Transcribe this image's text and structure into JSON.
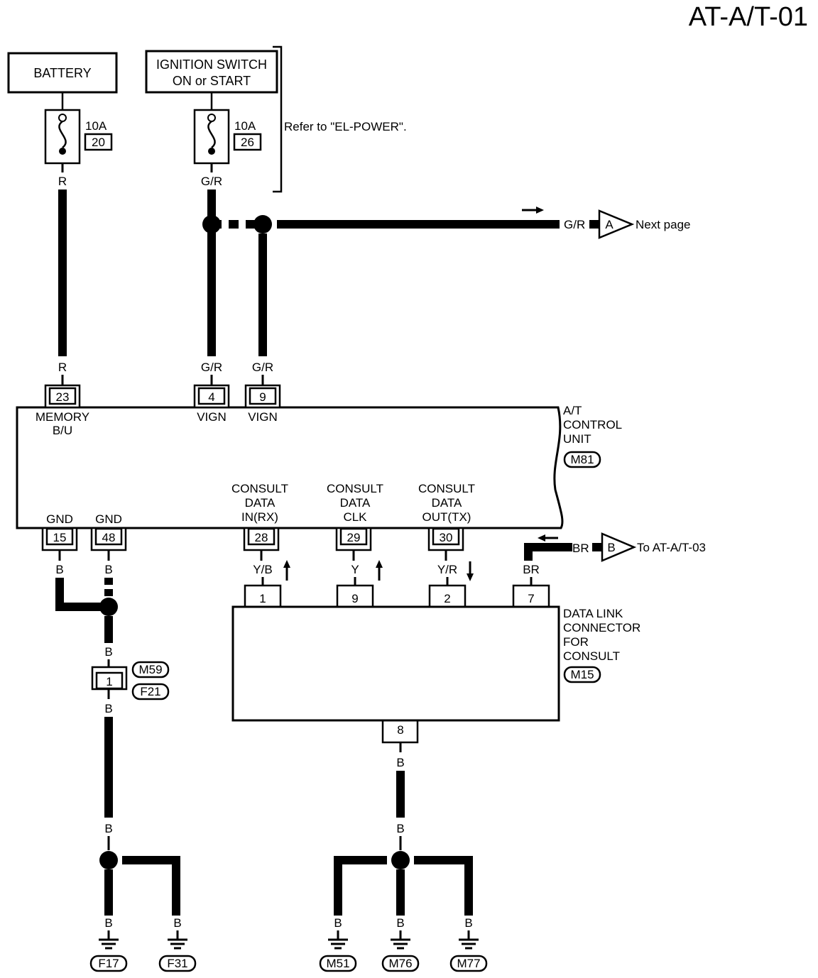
{
  "page_code": "AT-A/T-01",
  "sources": {
    "battery": "BATTERY",
    "ignition_line1": "IGNITION SWITCH",
    "ignition_line2": "ON or START",
    "refer_note": "Refer to \"EL-POWER\"."
  },
  "fuses": [
    {
      "amp": "10A",
      "num": "20"
    },
    {
      "amp": "10A",
      "num": "26"
    }
  ],
  "wire_colors": {
    "r": "R",
    "gr": "G/R",
    "b": "B",
    "br": "BR",
    "yb": "Y/B",
    "y": "Y",
    "yr": "Y/R"
  },
  "connectors_out": {
    "a": {
      "letter": "A",
      "text": "Next page"
    },
    "b": {
      "letter": "B",
      "text": "To AT-A/T-03"
    }
  },
  "control_unit": {
    "name_line1": "A/T",
    "name_line2": "CONTROL",
    "name_line3": "UNIT",
    "code": "M81",
    "top_pins": [
      {
        "num": "23",
        "label1": "MEMORY",
        "label2": "B/U"
      },
      {
        "num": "4",
        "label1": "VIGN"
      },
      {
        "num": "9",
        "label1": "VIGN"
      }
    ],
    "bottom_pins": [
      {
        "num": "15",
        "label1": "GND"
      },
      {
        "num": "48",
        "label1": "GND"
      },
      {
        "num": "28",
        "label1": "CONSULT",
        "label2": "DATA",
        "label3": "IN(RX)"
      },
      {
        "num": "29",
        "label1": "CONSULT",
        "label2": "DATA",
        "label3": "CLK"
      },
      {
        "num": "30",
        "label1": "CONSULT",
        "label2": "DATA",
        "label3": "OUT(TX)"
      }
    ]
  },
  "data_link": {
    "name_line1": "DATA LINK",
    "name_line2": "CONNECTOR",
    "name_line3": "FOR",
    "name_line4": "CONSULT",
    "code": "M15",
    "top_pins": [
      "1",
      "9",
      "2",
      "7"
    ],
    "bottom_pin": "8"
  },
  "joint_connector": {
    "pin": "1",
    "code_top": "M59",
    "code_bottom": "F21"
  },
  "grounds": [
    "F17",
    "F31",
    "M51",
    "M76",
    "M77"
  ]
}
